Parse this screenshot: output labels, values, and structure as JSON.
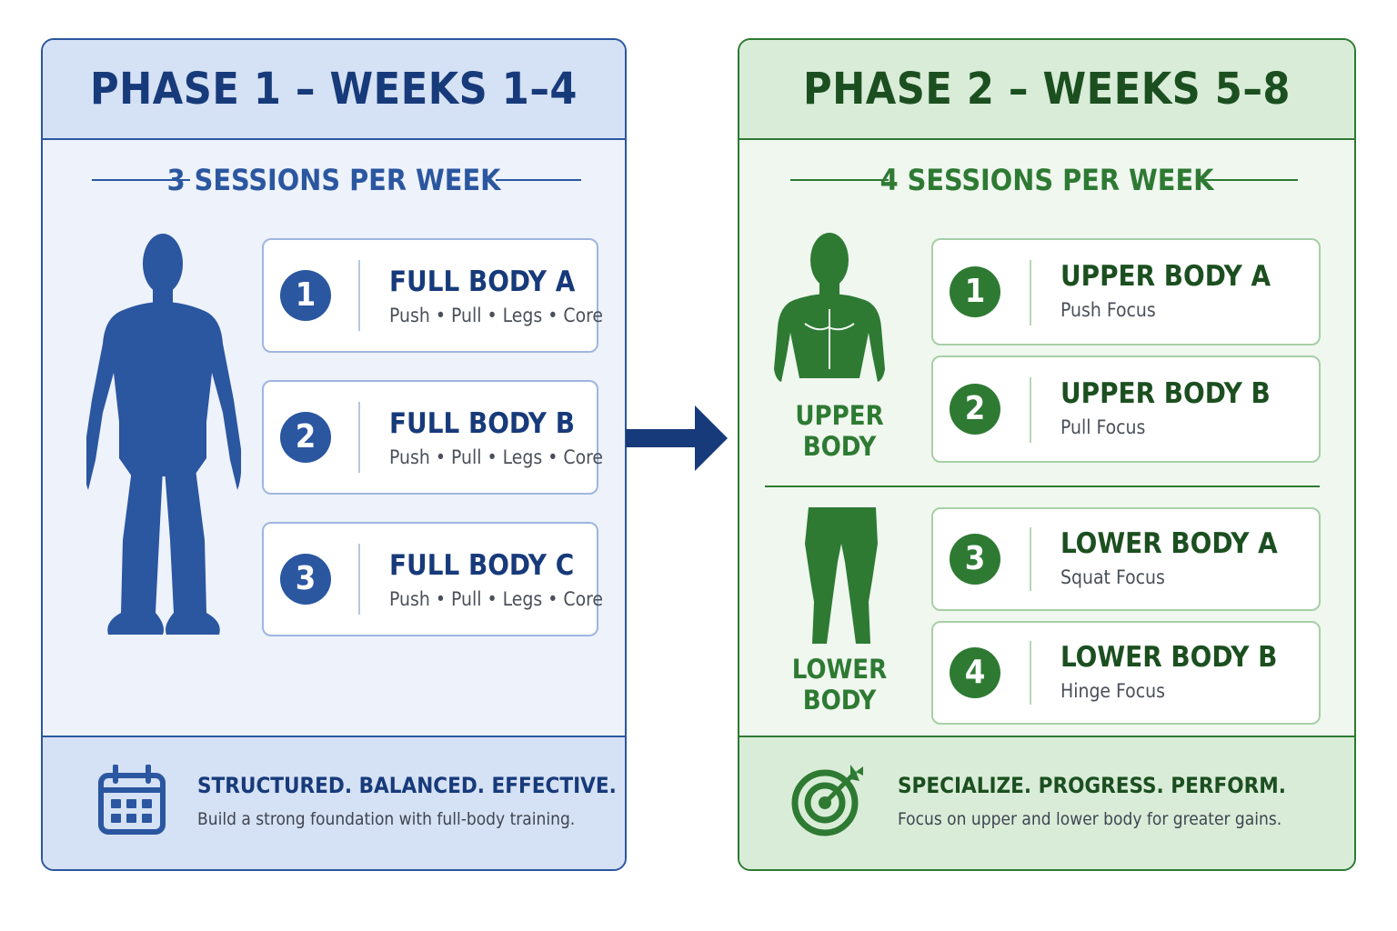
{
  "phase1": {
    "title": "PHASE 1 – WEEKS 1–4",
    "sessions": "3 SESSIONS PER WEEK",
    "figure_icon": "full-body-figure-icon",
    "workouts": [
      {
        "number": "1",
        "title": "FULL BODY A",
        "subtitle": "Push • Pull • Legs • Core"
      },
      {
        "number": "2",
        "title": "FULL BODY B",
        "subtitle": "Push • Pull • Legs • Core"
      },
      {
        "number": "3",
        "title": "FULL BODY C",
        "subtitle": "Push • Pull • Legs • Core"
      }
    ],
    "footer": {
      "icon": "calendar-icon",
      "title": "STRUCTURED. BALANCED. EFFECTIVE.",
      "text": "Build a strong foundation with full-body training."
    },
    "color": "#2b56a0"
  },
  "arrow_icon": "right-arrow-icon",
  "phase2": {
    "title": "PHASE 2 – WEEKS 5–8",
    "sessions": "4 SESSIONS PER WEEK",
    "upper_label": [
      "UPPER",
      "BODY"
    ],
    "lower_label": [
      "LOWER",
      "BODY"
    ],
    "workouts": [
      {
        "number": "1",
        "title": "UPPER BODY A",
        "subtitle": "Push Focus"
      },
      {
        "number": "2",
        "title": "UPPER BODY B",
        "subtitle": "Pull Focus"
      },
      {
        "number": "3",
        "title": "LOWER BODY A",
        "subtitle": "Squat Focus"
      },
      {
        "number": "4",
        "title": "LOWER BODY B",
        "subtitle": "Hinge Focus"
      }
    ],
    "footer": {
      "icon": "target-icon",
      "title": "SPECIALIZE. PROGRESS. PERFORM.",
      "text": "Focus on upper and lower body for greater gains."
    },
    "color": "#2e7a33"
  }
}
